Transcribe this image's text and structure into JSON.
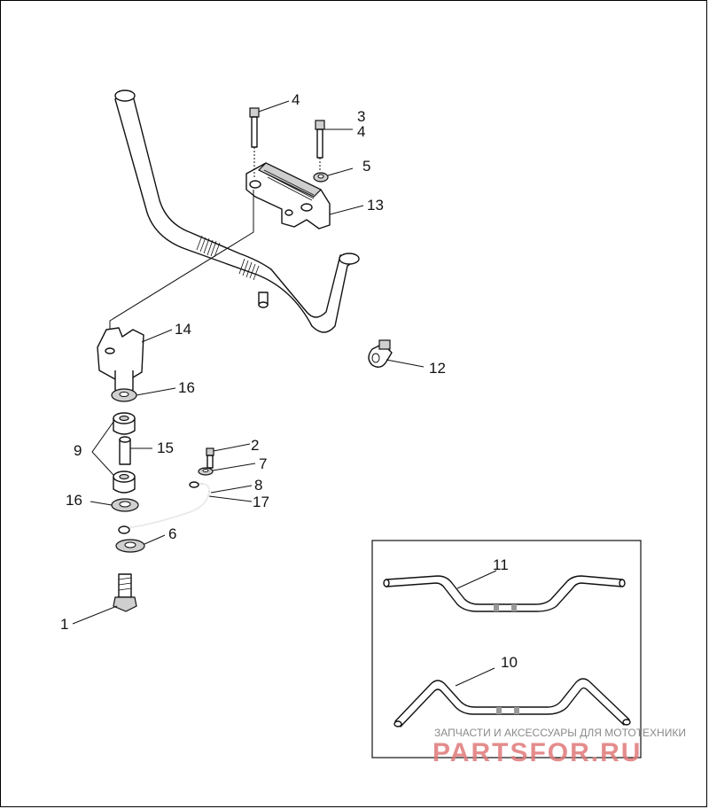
{
  "callouts": {
    "c1": "1",
    "c2": "2",
    "c3": "3",
    "c4a": "4",
    "c4b": "4",
    "c5": "5",
    "c6": "6",
    "c7": "7",
    "c8": "8",
    "c9": "9",
    "c10": "10",
    "c11": "11",
    "c12": "12",
    "c13": "13",
    "c14": "14",
    "c15": "15",
    "c16a": "16",
    "c16b": "16",
    "c17": "17"
  },
  "watermark": {
    "tagline": "ЗАПЧАСТИ И АКСЕССУАРЫ ДЛЯ МОТОТЕХНИКИ",
    "brand": "PARTSFOR.RU"
  }
}
